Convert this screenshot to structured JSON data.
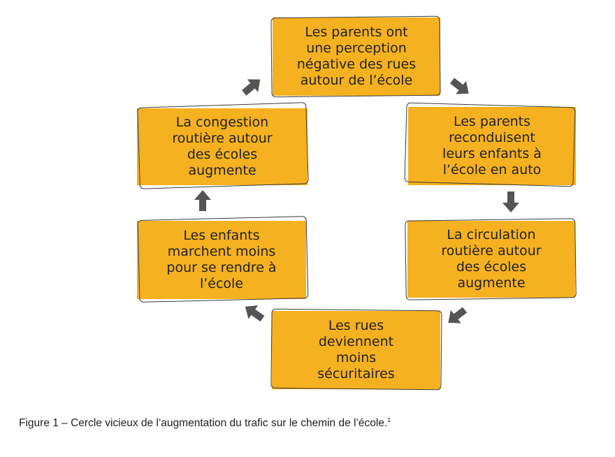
{
  "diagram": {
    "type": "cycle",
    "nodes": [
      {
        "id": "n1",
        "text": "Les parents ont\nune perception\nnégative des rues\nautour de l’école"
      },
      {
        "id": "n2",
        "text": "Les parents\nreconduisent\nleurs enfants à\nl’école en auto"
      },
      {
        "id": "n3",
        "text": "La circulation\nroutière autour\ndes écoles\naugmente"
      },
      {
        "id": "n4",
        "text": "Les rues\ndeviennent\nmoins\nsécuritaires"
      },
      {
        "id": "n5",
        "text": "Les enfants\nmarchent moins\npour se rendre à\nl’école"
      },
      {
        "id": "n6",
        "text": "La congestion\nroutière autour\ndes écoles\naugmente"
      }
    ],
    "edges": [
      {
        "from": "n1",
        "to": "n2"
      },
      {
        "from": "n2",
        "to": "n3"
      },
      {
        "from": "n3",
        "to": "n4"
      },
      {
        "from": "n4",
        "to": "n5"
      },
      {
        "from": "n5",
        "to": "n6"
      },
      {
        "from": "n6",
        "to": "n1"
      }
    ],
    "colors": {
      "box_fill": "#f5b120",
      "box_outline": "#3a3a3a",
      "arrow": "#555555"
    }
  },
  "caption": {
    "text": "Figure 1 – Cercle vicieux de l’augmentation du trafic sur le chemin de l’école.",
    "footnote": "1"
  }
}
